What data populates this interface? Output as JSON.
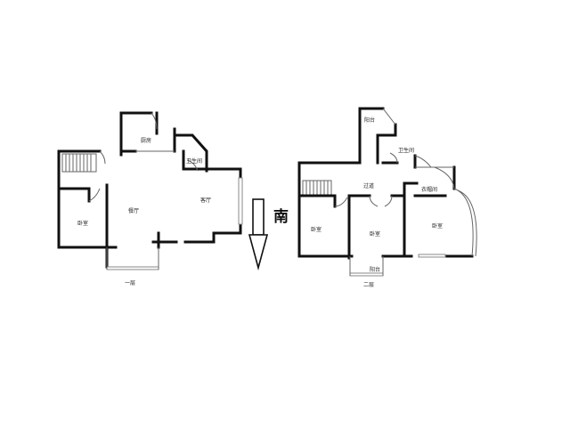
{
  "floor1": {
    "caption": "一层",
    "rooms": {
      "kitchen": "厨房",
      "bathroom": "卫生间",
      "bedroom": "卧室",
      "dining": "餐厅",
      "living": "客厅"
    }
  },
  "floor2": {
    "caption": "二层",
    "rooms": {
      "balcony_top": "阳台",
      "bathroom": "卫生间",
      "hallway": "过道",
      "cloakroom": "衣帽间",
      "bedroom_left": "卧室",
      "bedroom_mid": "卧室",
      "bedroom_right": "卧室",
      "balcony_bottom": "阳台"
    }
  },
  "compass": {
    "label": "南",
    "icon": "south-arrow-icon"
  }
}
